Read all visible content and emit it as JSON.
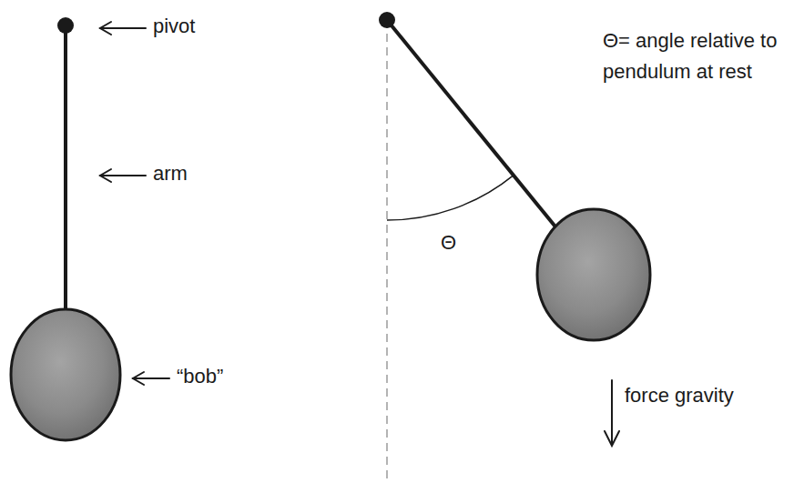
{
  "diagram": {
    "labels": [
      "pivot",
      "arm",
      "“bob”",
      "Θ= angle relative to pendulum at rest",
      "Θ",
      "force gravity"
    ]
  }
}
